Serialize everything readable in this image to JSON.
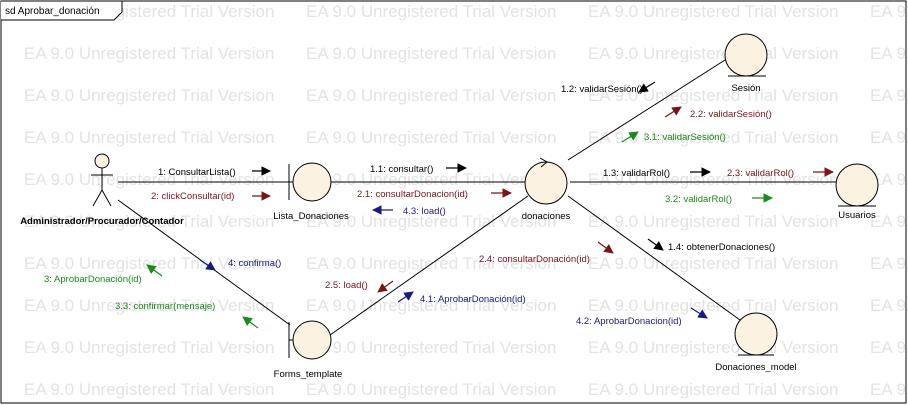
{
  "frame": {
    "title": "sd Aprobar_donación"
  },
  "watermark": "EA 9.0 Unregistered Trial Version",
  "colors": {
    "black": "#000000",
    "red": "#7a1418",
    "green": "#1a8a1a",
    "blue": "#1a1a80",
    "object_fill": "#fbf2e1"
  },
  "actor": {
    "label": "Administrador/Procurador/Contador"
  },
  "objects": {
    "lista": "Lista_Donaciones",
    "forms": "Forms_template",
    "donaciones": "donaciones",
    "sesion": "Sesión",
    "usuarios": "Usuarios",
    "model": "Donaciones_model"
  },
  "messages": {
    "m1": "1: ConsultarLista()",
    "m2": "2: clickConsultar(id)",
    "m3": "3: AprobarDonación(id)",
    "m4": "4: confirma()",
    "m33": "3.3: confirmar(mensaje)",
    "m11": "1.1: consultar()",
    "m21": "2.1: consultarDonacion(id)",
    "m43": "4.3: load()",
    "m25": "2.5: load()",
    "m41": "4.1: AprobarDonación(id)",
    "m24": "2.4: consultarDonación(id)",
    "m12": "1.2: validarSesión()",
    "m22": "2.2: validarSesión()",
    "m31": "3.1: validarSesión()",
    "m13": "1.3: validarRol()",
    "m23": "2.3: validarRol()",
    "m32": "3.2: validarRol()",
    "m14": "1.4: obtenerDonaciones()",
    "m42": "4.2: AprobarDonacion(id)"
  }
}
